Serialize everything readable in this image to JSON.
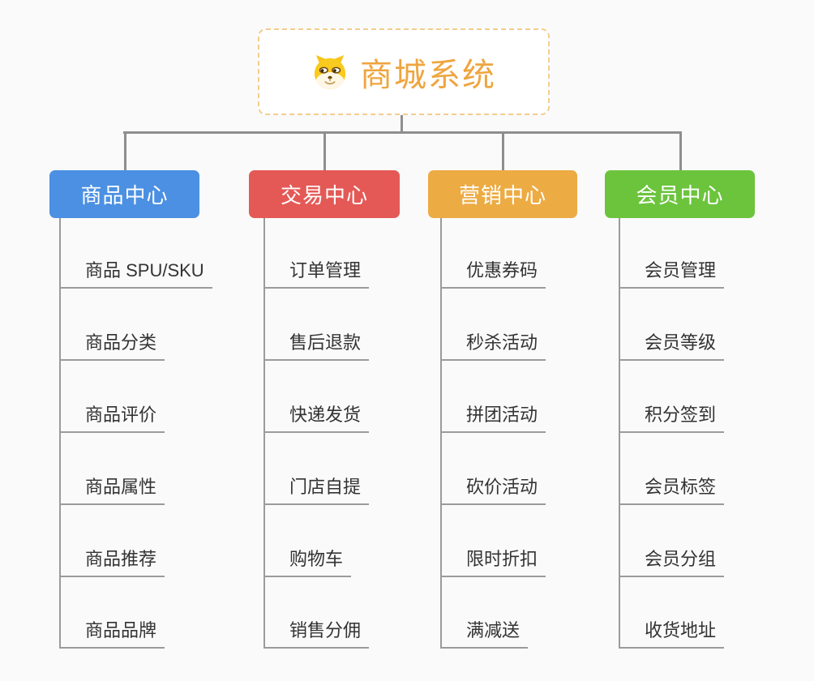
{
  "root": {
    "title": "商城系统",
    "icon": "shiba-dog-icon",
    "title_color": "#efa53e",
    "border_color": "#f3cd8e"
  },
  "branches": [
    {
      "label": "商品中心",
      "color": "#4b90e2",
      "items": [
        "商品 SPU/SKU",
        "商品分类",
        "商品评价",
        "商品属性",
        "商品推荐",
        "商品品牌"
      ]
    },
    {
      "label": "交易中心",
      "color": "#e45956",
      "items": [
        "订单管理",
        "售后退款",
        "快递发货",
        "门店自提",
        "购物车",
        "销售分佣"
      ]
    },
    {
      "label": "营销中心",
      "color": "#ecab43",
      "items": [
        "优惠券码",
        "秒杀活动",
        "拼团活动",
        "砍价活动",
        "限时折扣",
        "满减送"
      ]
    },
    {
      "label": "会员中心",
      "color": "#6cc43d",
      "items": [
        "会员管理",
        "会员等级",
        "积分签到",
        "会员标签",
        "会员分组",
        "收货地址"
      ]
    }
  ],
  "line_color": "#8e8e8e"
}
